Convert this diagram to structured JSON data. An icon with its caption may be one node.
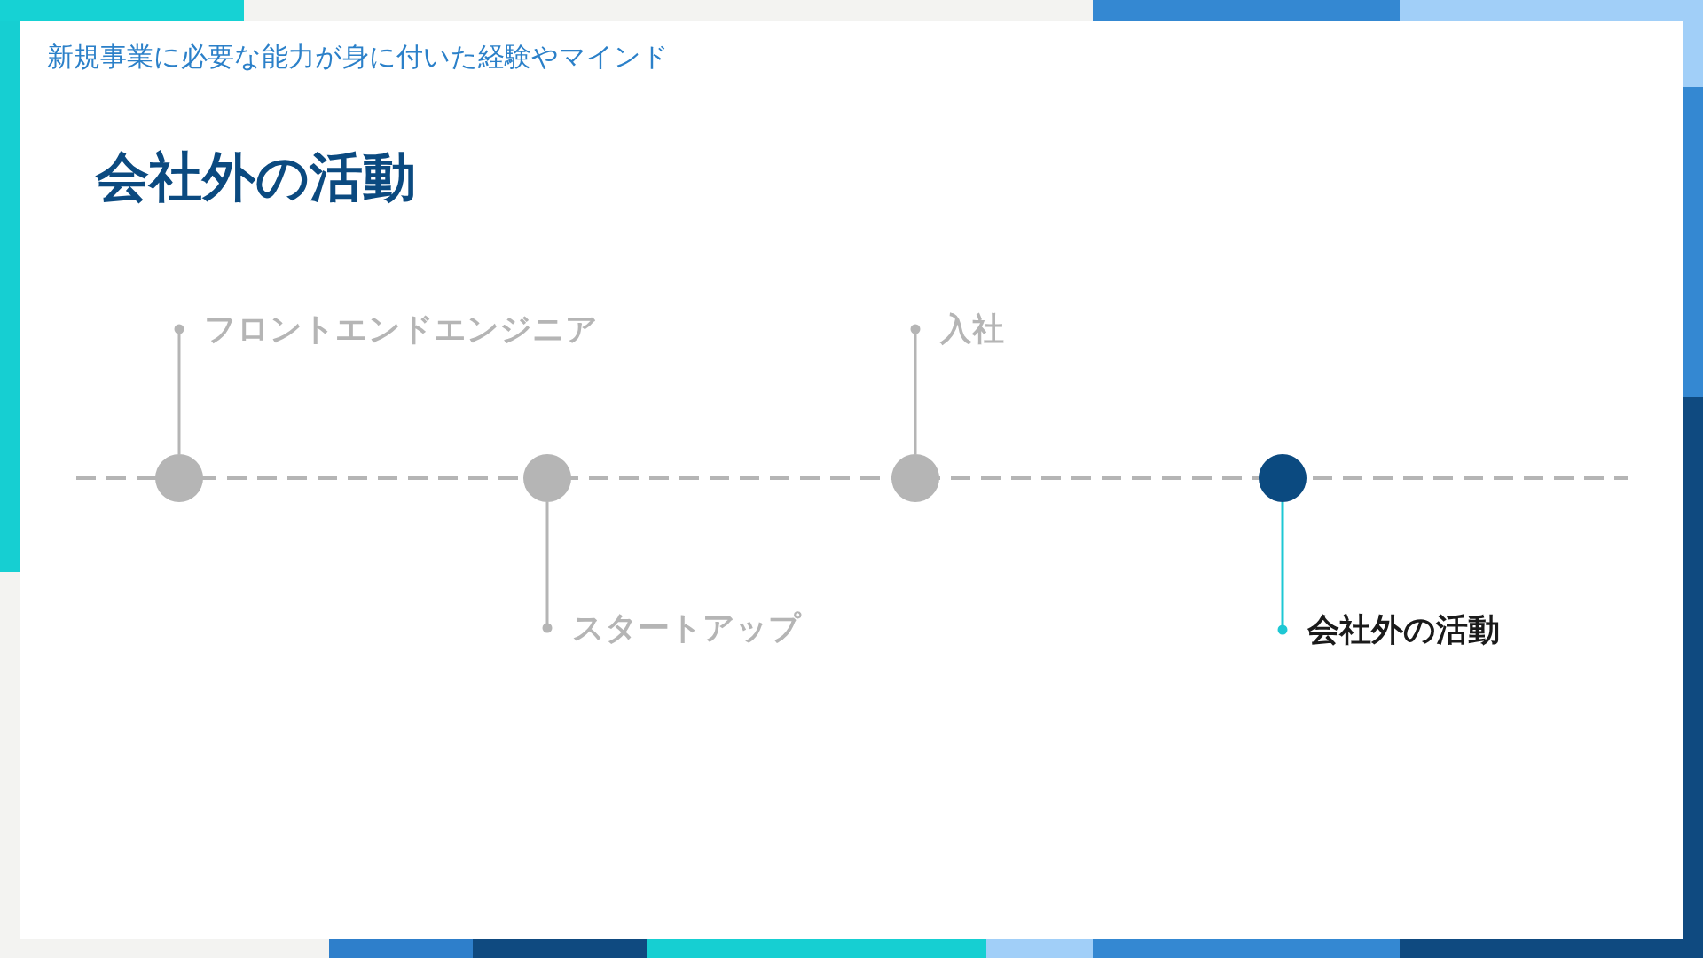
{
  "diagram": {
    "title": "会社外の活動",
    "nodes": [
      {
        "text": [],
        "shape": "circle"
      },
      {
        "text": [],
        "shape": "circle"
      },
      {
        "text": [],
        "shape": "circle"
      },
      {
        "text": [],
        "shape": "circle"
      },
      {
        "text": [
          "フロントエンドエンジニア"
        ]
      },
      {
        "text": [
          "スタートアップ"
        ]
      },
      {
        "text": [
          "入社"
        ]
      },
      {
        "text": [
          "会社外の活動"
        ]
      }
    ],
    "edges": [
      {
        "from": 0,
        "to": 4,
        "arrow": "other"
      },
      {
        "from": 1,
        "to": 5,
        "arrow": "other"
      },
      {
        "from": 2,
        "to": 6,
        "arrow": "other"
      },
      {
        "from": 3,
        "to": 7,
        "arrow": "other",
        "color": "#1ec8d4"
      }
    ],
    "labels": [
      "新規事業に必要な能力が身に付いた経験やマインド"
    ]
  }
}
